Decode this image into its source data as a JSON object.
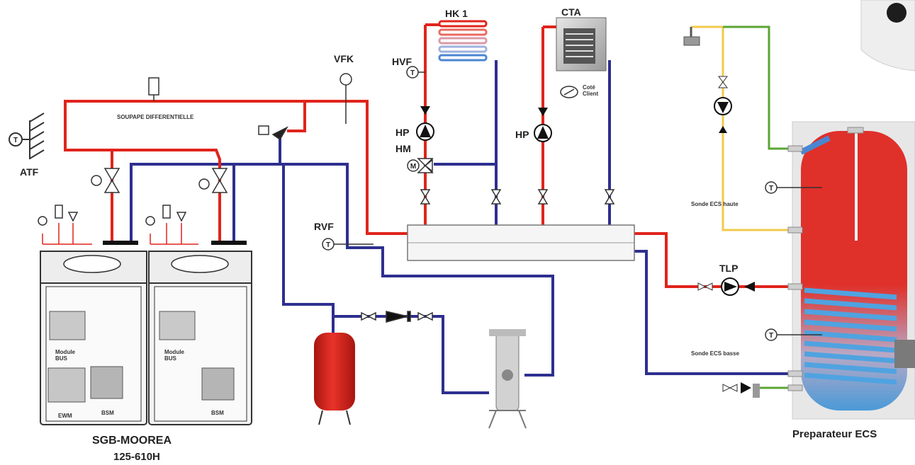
{
  "colors": {
    "flow": "#e0241b",
    "return": "#2e2f8f",
    "dhw_hot": "#f2c94c",
    "cold_water": "#5aa632",
    "tank_hot": "#e0302a",
    "tank_cold": "#4a9ad8",
    "vessel": "#d9281f"
  },
  "labels": {
    "hk1": "HK 1",
    "cta": "CTA",
    "vfk": "VFK",
    "hvf": "HVF",
    "hp_circuit": "HP",
    "hm": "HM",
    "hp_cta": "HP",
    "cote_client": "Coté\nClient",
    "soupape": "SOUPAPE DIFFERENTIELLE",
    "atf": "ATF",
    "rvf": "RVF",
    "tlp": "TLP",
    "sonde_haute": "Sonde ECS haute",
    "sonde_basse": "Sonde ECS basse",
    "preparateur": "Preparateur ECS",
    "boiler_model": "SGB-MOOREA",
    "boiler_range": "125-610H",
    "module_bus_1": "Module\nBUS",
    "module_bus_2": "Module\nBUS",
    "ewm": "EWM",
    "bsm_1": "BSM",
    "bsm_2": "BSM"
  },
  "icons": [
    "thermometer-icon",
    "pump-icon",
    "valve-icon",
    "mixing-valve-icon",
    "gauge-icon",
    "check-valve-icon",
    "expansion-vessel-icon",
    "radiator-icon",
    "fan-coil-icon",
    "shower-icon"
  ]
}
